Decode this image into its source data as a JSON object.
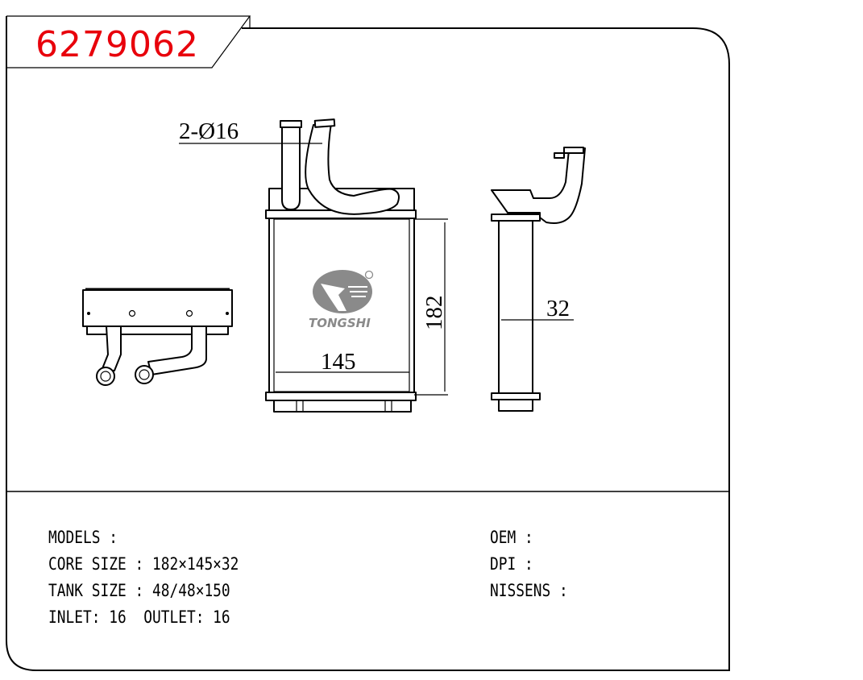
{
  "part_number": "6279062",
  "dimensions": {
    "pipe_diameter": "2-Ø16",
    "width": "145",
    "height": "182",
    "thickness": "32"
  },
  "logo": {
    "text": "TONGSHI",
    "mark": "®"
  },
  "specs": {
    "models": "MODELS :",
    "core_size": "CORE SIZE : 182×145×32",
    "tank_size": "TANK SIZE : 48/48×150",
    "inlet_outlet": "INLET: 16  OUTLET: 16",
    "oem": "OEM :",
    "dpi": "DPI :",
    "nissens": "NISSENS :"
  },
  "colors": {
    "part_number": "#e8000b",
    "line": "#000000"
  }
}
